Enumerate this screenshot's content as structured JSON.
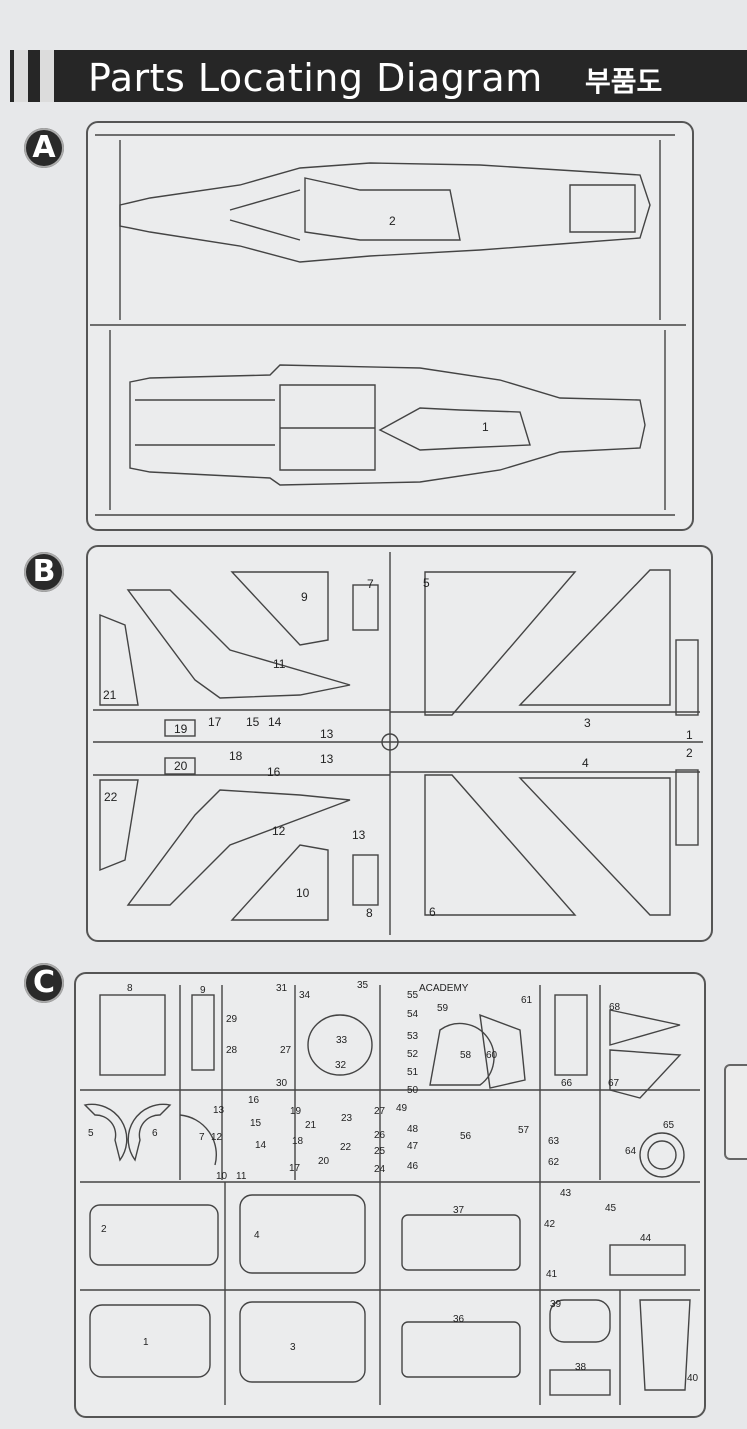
{
  "header": {
    "title": "Parts Locating Diagram",
    "title_korean": "부품도"
  },
  "sections": [
    {
      "letter": "A",
      "parts": [
        "2",
        "1"
      ]
    },
    {
      "letter": "B",
      "parts": [
        "9",
        "7",
        "5",
        "11",
        "21",
        "19",
        "17",
        "15",
        "14",
        "13",
        "18",
        "20",
        "16",
        "13",
        "22",
        "12",
        "13",
        "10",
        "8",
        "3",
        "1",
        "4",
        "2",
        "6"
      ]
    },
    {
      "letter": "C",
      "brand": "ACADEMY",
      "parts": [
        "8",
        "9",
        "31",
        "34",
        "35",
        "55",
        "59",
        "61",
        "68",
        "29",
        "54",
        "33",
        "53",
        "28",
        "27",
        "52",
        "58",
        "60",
        "32",
        "51",
        "30",
        "50",
        "66",
        "67",
        "16",
        "49",
        "5",
        "6",
        "7",
        "13",
        "15",
        "19",
        "21",
        "23",
        "27",
        "26",
        "48",
        "56",
        "57",
        "63",
        "65",
        "12",
        "14",
        "18",
        "22",
        "47",
        "62",
        "64",
        "17",
        "20",
        "25",
        "24",
        "46",
        "10",
        "11",
        "43",
        "45",
        "2",
        "4",
        "37",
        "42",
        "44",
        "41",
        "39",
        "1",
        "3",
        "36",
        "38",
        "40"
      ]
    }
  ]
}
